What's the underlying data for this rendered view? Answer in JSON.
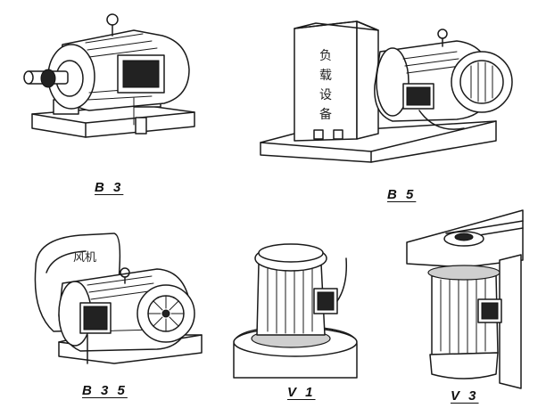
{
  "figures": [
    {
      "id": "b3",
      "label": "B 3",
      "annotation": ""
    },
    {
      "id": "b5",
      "label": "B 5",
      "annotation": "负载设备"
    },
    {
      "id": "b35",
      "label": "B 3 5",
      "annotation": "风机"
    },
    {
      "id": "v1",
      "label": "V 1",
      "annotation": ""
    },
    {
      "id": "v3",
      "label": "V 3",
      "annotation": ""
    }
  ]
}
